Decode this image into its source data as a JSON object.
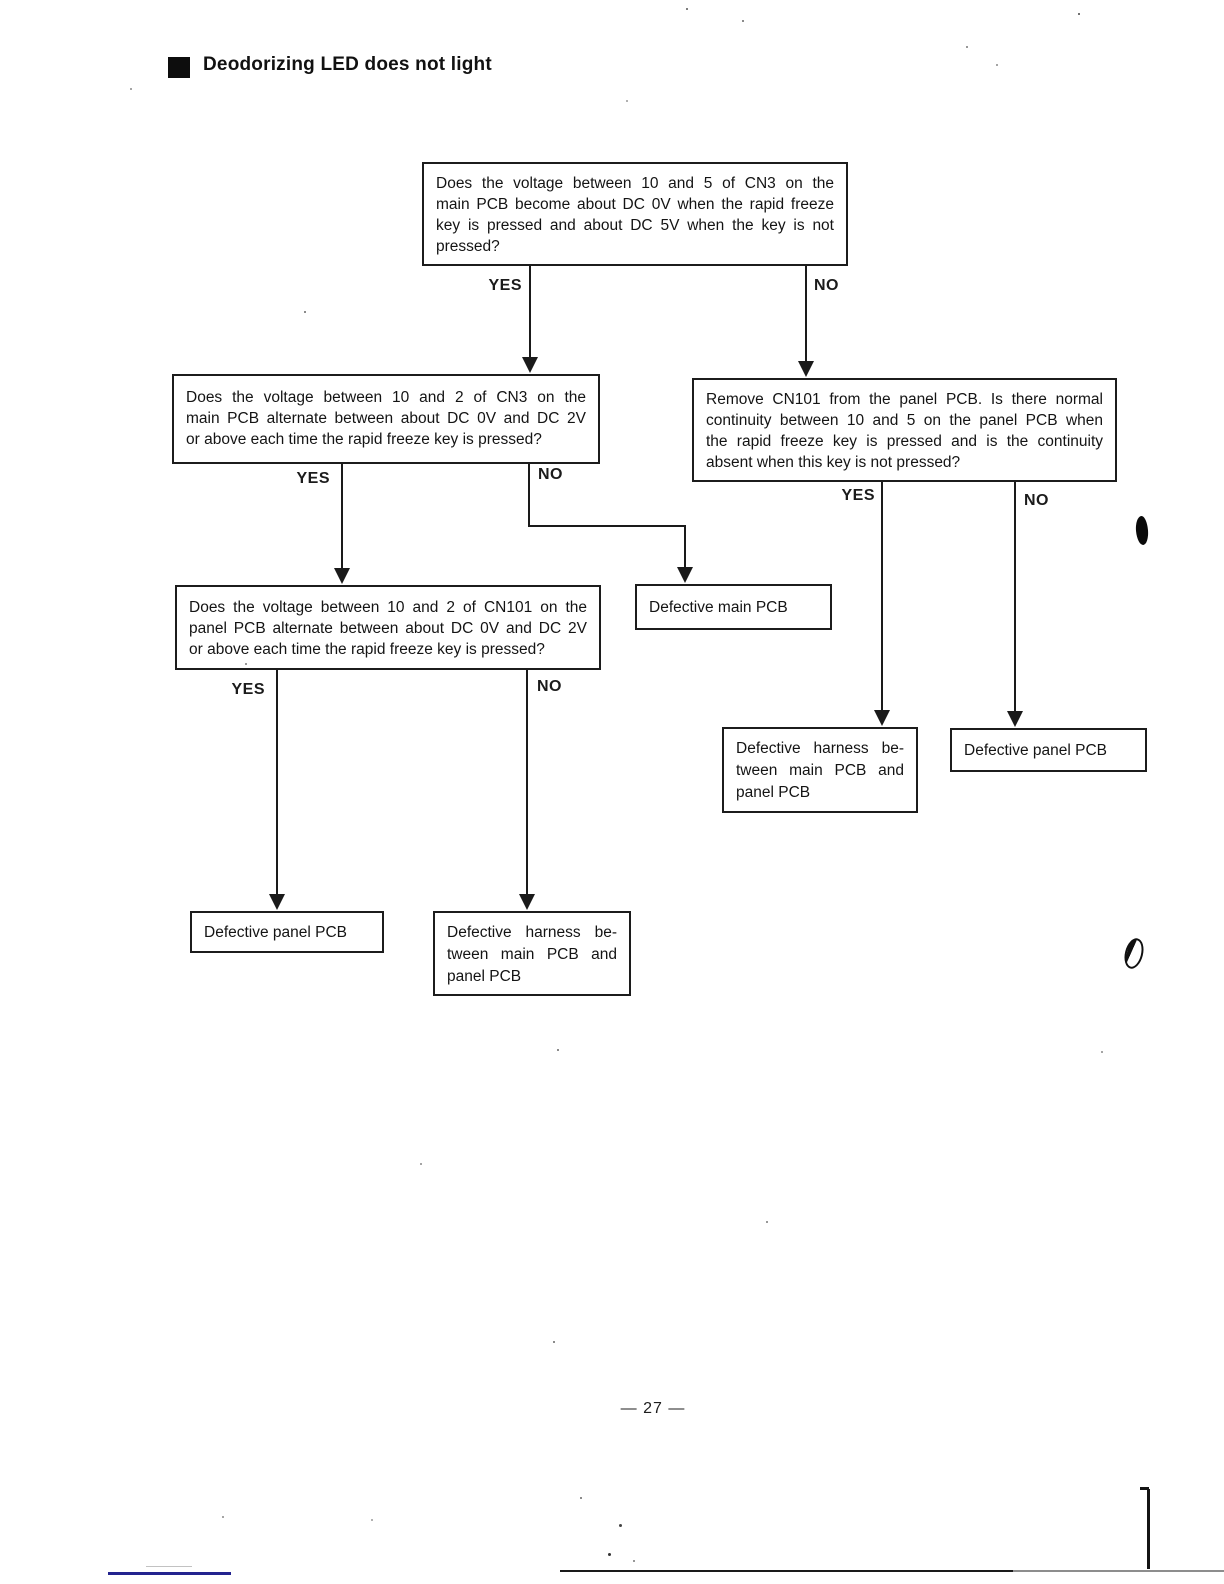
{
  "page": {
    "title": "Deodorizing LED does not light",
    "page_number": "— 27 —"
  },
  "labels": {
    "yes": "YES",
    "no": "NO"
  },
  "boxes": {
    "q1": {
      "lines": [
        "Does the voltage between 10 and 5 of CN3 on the",
        "main PCB become about DC 0V when the rapid freeze",
        "key is pressed and about DC 5V when the key is not",
        "pressed?"
      ]
    },
    "q2": {
      "lines": [
        "Does the voltage between 10 and 2 of CN3 on the",
        "main PCB alternate between about DC 0V and DC 2V",
        "or above each time the rapid freeze key is pressed?"
      ]
    },
    "q3": {
      "lines": [
        "Remove CN101 from the panel PCB. Is there normal",
        "continuity between 10 and 5 on the panel PCB when",
        "the rapid freeze key is pressed and is the continuity",
        "absent when this key is not pressed?"
      ]
    },
    "q5": {
      "lines": [
        "Does the voltage between 10 and 2 of CN101 on the",
        "panel PCB alternate between about DC 0V and DC 2V",
        "or above each time the rapid freeze key is pressed?"
      ]
    },
    "r_main": {
      "text": "Defective main PCB"
    },
    "r_panel_left": {
      "text": "Defective panel PCB"
    },
    "r_harness_left": {
      "lines": [
        "Defective harness be-",
        "tween main PCB and",
        "panel PCB"
      ]
    },
    "r_harness_right": {
      "lines": [
        "Defective harness be-",
        "tween main PCB and",
        "panel PCB"
      ]
    },
    "r_panel_right": {
      "text": "Defective panel PCB"
    }
  }
}
